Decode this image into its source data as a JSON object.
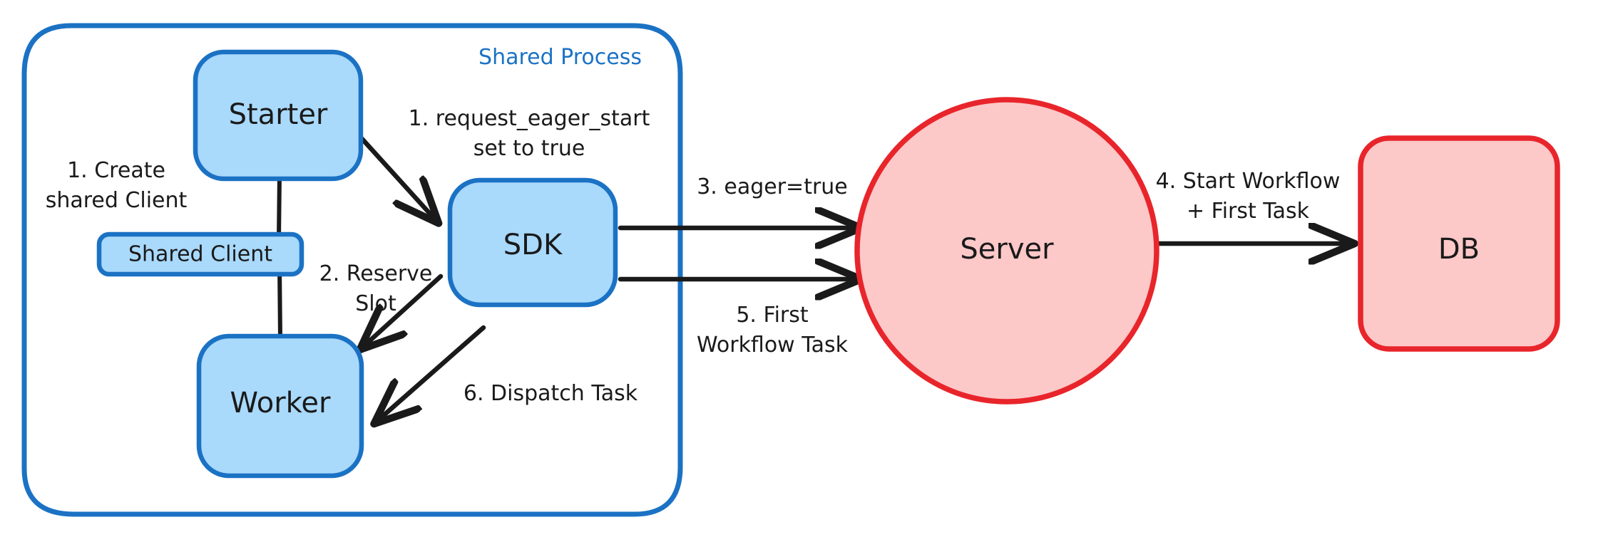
{
  "diagram": {
    "title": "Eager Workflow Start — Shared Process",
    "colors": {
      "blue_fill": "#a9d9fb",
      "blue_stroke": "#1b72c4",
      "red_fill": "#fcc8c8",
      "red_stroke": "#e8252b",
      "edge": "#1a1a1a",
      "background": "#ffffff"
    },
    "container": {
      "label": "Shared Process"
    },
    "nodes": [
      {
        "id": "starter",
        "label": "Starter",
        "shape": "rounded-rect",
        "color": "blue"
      },
      {
        "id": "shared-client",
        "label": "Shared Client",
        "shape": "rounded-rect",
        "color": "blue"
      },
      {
        "id": "worker",
        "label": "Worker",
        "shape": "rounded-rect",
        "color": "blue"
      },
      {
        "id": "sdk",
        "label": "SDK",
        "shape": "rounded-rect",
        "color": "blue"
      },
      {
        "id": "server",
        "label": "Server",
        "shape": "ellipse",
        "color": "red"
      },
      {
        "id": "db",
        "label": "DB",
        "shape": "rounded-rect",
        "color": "red"
      }
    ],
    "edges": [
      {
        "id": "create-shared-client",
        "from": "starter",
        "to": "worker",
        "label_lines": [
          "1. Create",
          "shared Client"
        ],
        "arrow": false
      },
      {
        "id": "request-eager-start",
        "from": "starter",
        "to": "sdk",
        "label_lines": [
          "1. request_eager_start",
          "set to true"
        ],
        "arrow": true
      },
      {
        "id": "reserve-slot",
        "from": "sdk",
        "to": "worker",
        "label_lines": [
          "2. Reserve",
          "Slot"
        ],
        "arrow": true
      },
      {
        "id": "eager-true",
        "from": "sdk",
        "to": "server",
        "label_lines": [
          "3. eager=true"
        ],
        "arrow": true
      },
      {
        "id": "start-workflow-first-task",
        "from": "server",
        "to": "db",
        "label_lines": [
          "4. Start Workflow",
          "+ First Task"
        ],
        "arrow": true
      },
      {
        "id": "first-workflow-task",
        "from": "server",
        "to": "sdk",
        "label_lines": [
          "5. First",
          "Workflow Task"
        ],
        "arrow": true
      },
      {
        "id": "dispatch-task",
        "from": "sdk",
        "to": "worker",
        "label_lines": [
          "6. Dispatch Task"
        ],
        "arrow": true
      }
    ],
    "labels": {
      "container_shared_process": "Shared Process",
      "node_starter": "Starter",
      "node_shared_client": "Shared Client",
      "node_worker": "Worker",
      "node_sdk": "SDK",
      "node_server": "Server",
      "node_db": "DB",
      "edge_create_l1": "1. Create",
      "edge_create_l2": "shared Client",
      "edge_request_l1": "1. request_eager_start",
      "edge_request_l2": "set to true",
      "edge_reserve_l1": "2. Reserve",
      "edge_reserve_l2": "Slot",
      "edge_eager": "3. eager=true",
      "edge_start_l1": "4. Start Workflow",
      "edge_start_l2": "+ First Task",
      "edge_first_l1": "5. First",
      "edge_first_l2": "Workflow Task",
      "edge_dispatch": "6. Dispatch Task"
    }
  }
}
